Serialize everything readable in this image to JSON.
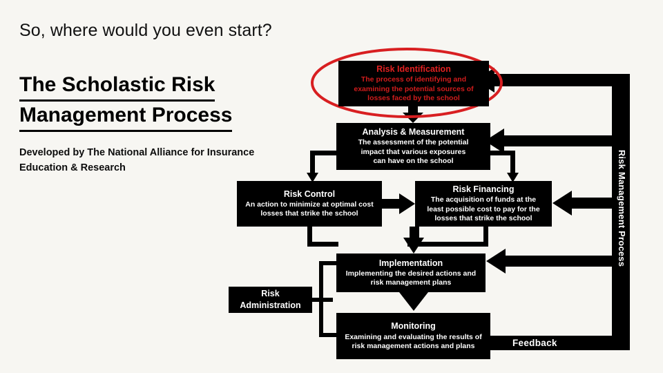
{
  "slide": {
    "heading_question": "So, where would you even start?",
    "title_line1": "The Scholastic Risk",
    "title_line2": "Management Process",
    "subtitle_line1": "Developed by The National Alliance for Insurance",
    "subtitle_line2": "Education & Research",
    "background_color": "#f7f6f2"
  },
  "diagram": {
    "vertical_bar_label": "Risk Management Process",
    "feedback_label": "Feedback",
    "highlight_color": "#d81f21",
    "box_fill_color": "#000000",
    "boxes": [
      {
        "id": "risk-identification",
        "title": "Risk Identification",
        "description_lines": [
          "The process of identifying and",
          "examining  the potential sources of",
          "losses faced by the school"
        ],
        "text_color": "#d81f21",
        "highlighted": true
      },
      {
        "id": "analysis-measurement",
        "title": "Analysis & Measurement",
        "description_lines": [
          "The assessment of the potential",
          "impact that various exposures",
          "can have on the school"
        ],
        "text_color": "#ffffff",
        "highlighted": false
      },
      {
        "id": "risk-control",
        "title": "Risk Control",
        "description_lines": [
          "An action to minimize at optimal cost",
          "losses that strike the school"
        ],
        "text_color": "#ffffff",
        "highlighted": false
      },
      {
        "id": "risk-financing",
        "title": "Risk Financing",
        "description_lines": [
          "The acquisition of funds at the",
          "least possible cost  to pay for the",
          "losses that strike the school"
        ],
        "text_color": "#ffffff",
        "highlighted": false
      },
      {
        "id": "implementation",
        "title": "Implementation",
        "description_lines": [
          "Implementing the desired actions and",
          "risk management plans"
        ],
        "text_color": "#ffffff",
        "highlighted": false
      },
      {
        "id": "monitoring",
        "title": "Monitoring",
        "description_lines": [
          "Examining and evaluating the results of",
          "risk management actions and plans"
        ],
        "text_color": "#ffffff",
        "highlighted": false
      },
      {
        "id": "risk-administration",
        "title_line1": "Risk",
        "title_line2": "Administration",
        "description_lines": [],
        "text_color": "#ffffff",
        "highlighted": false
      }
    ]
  }
}
